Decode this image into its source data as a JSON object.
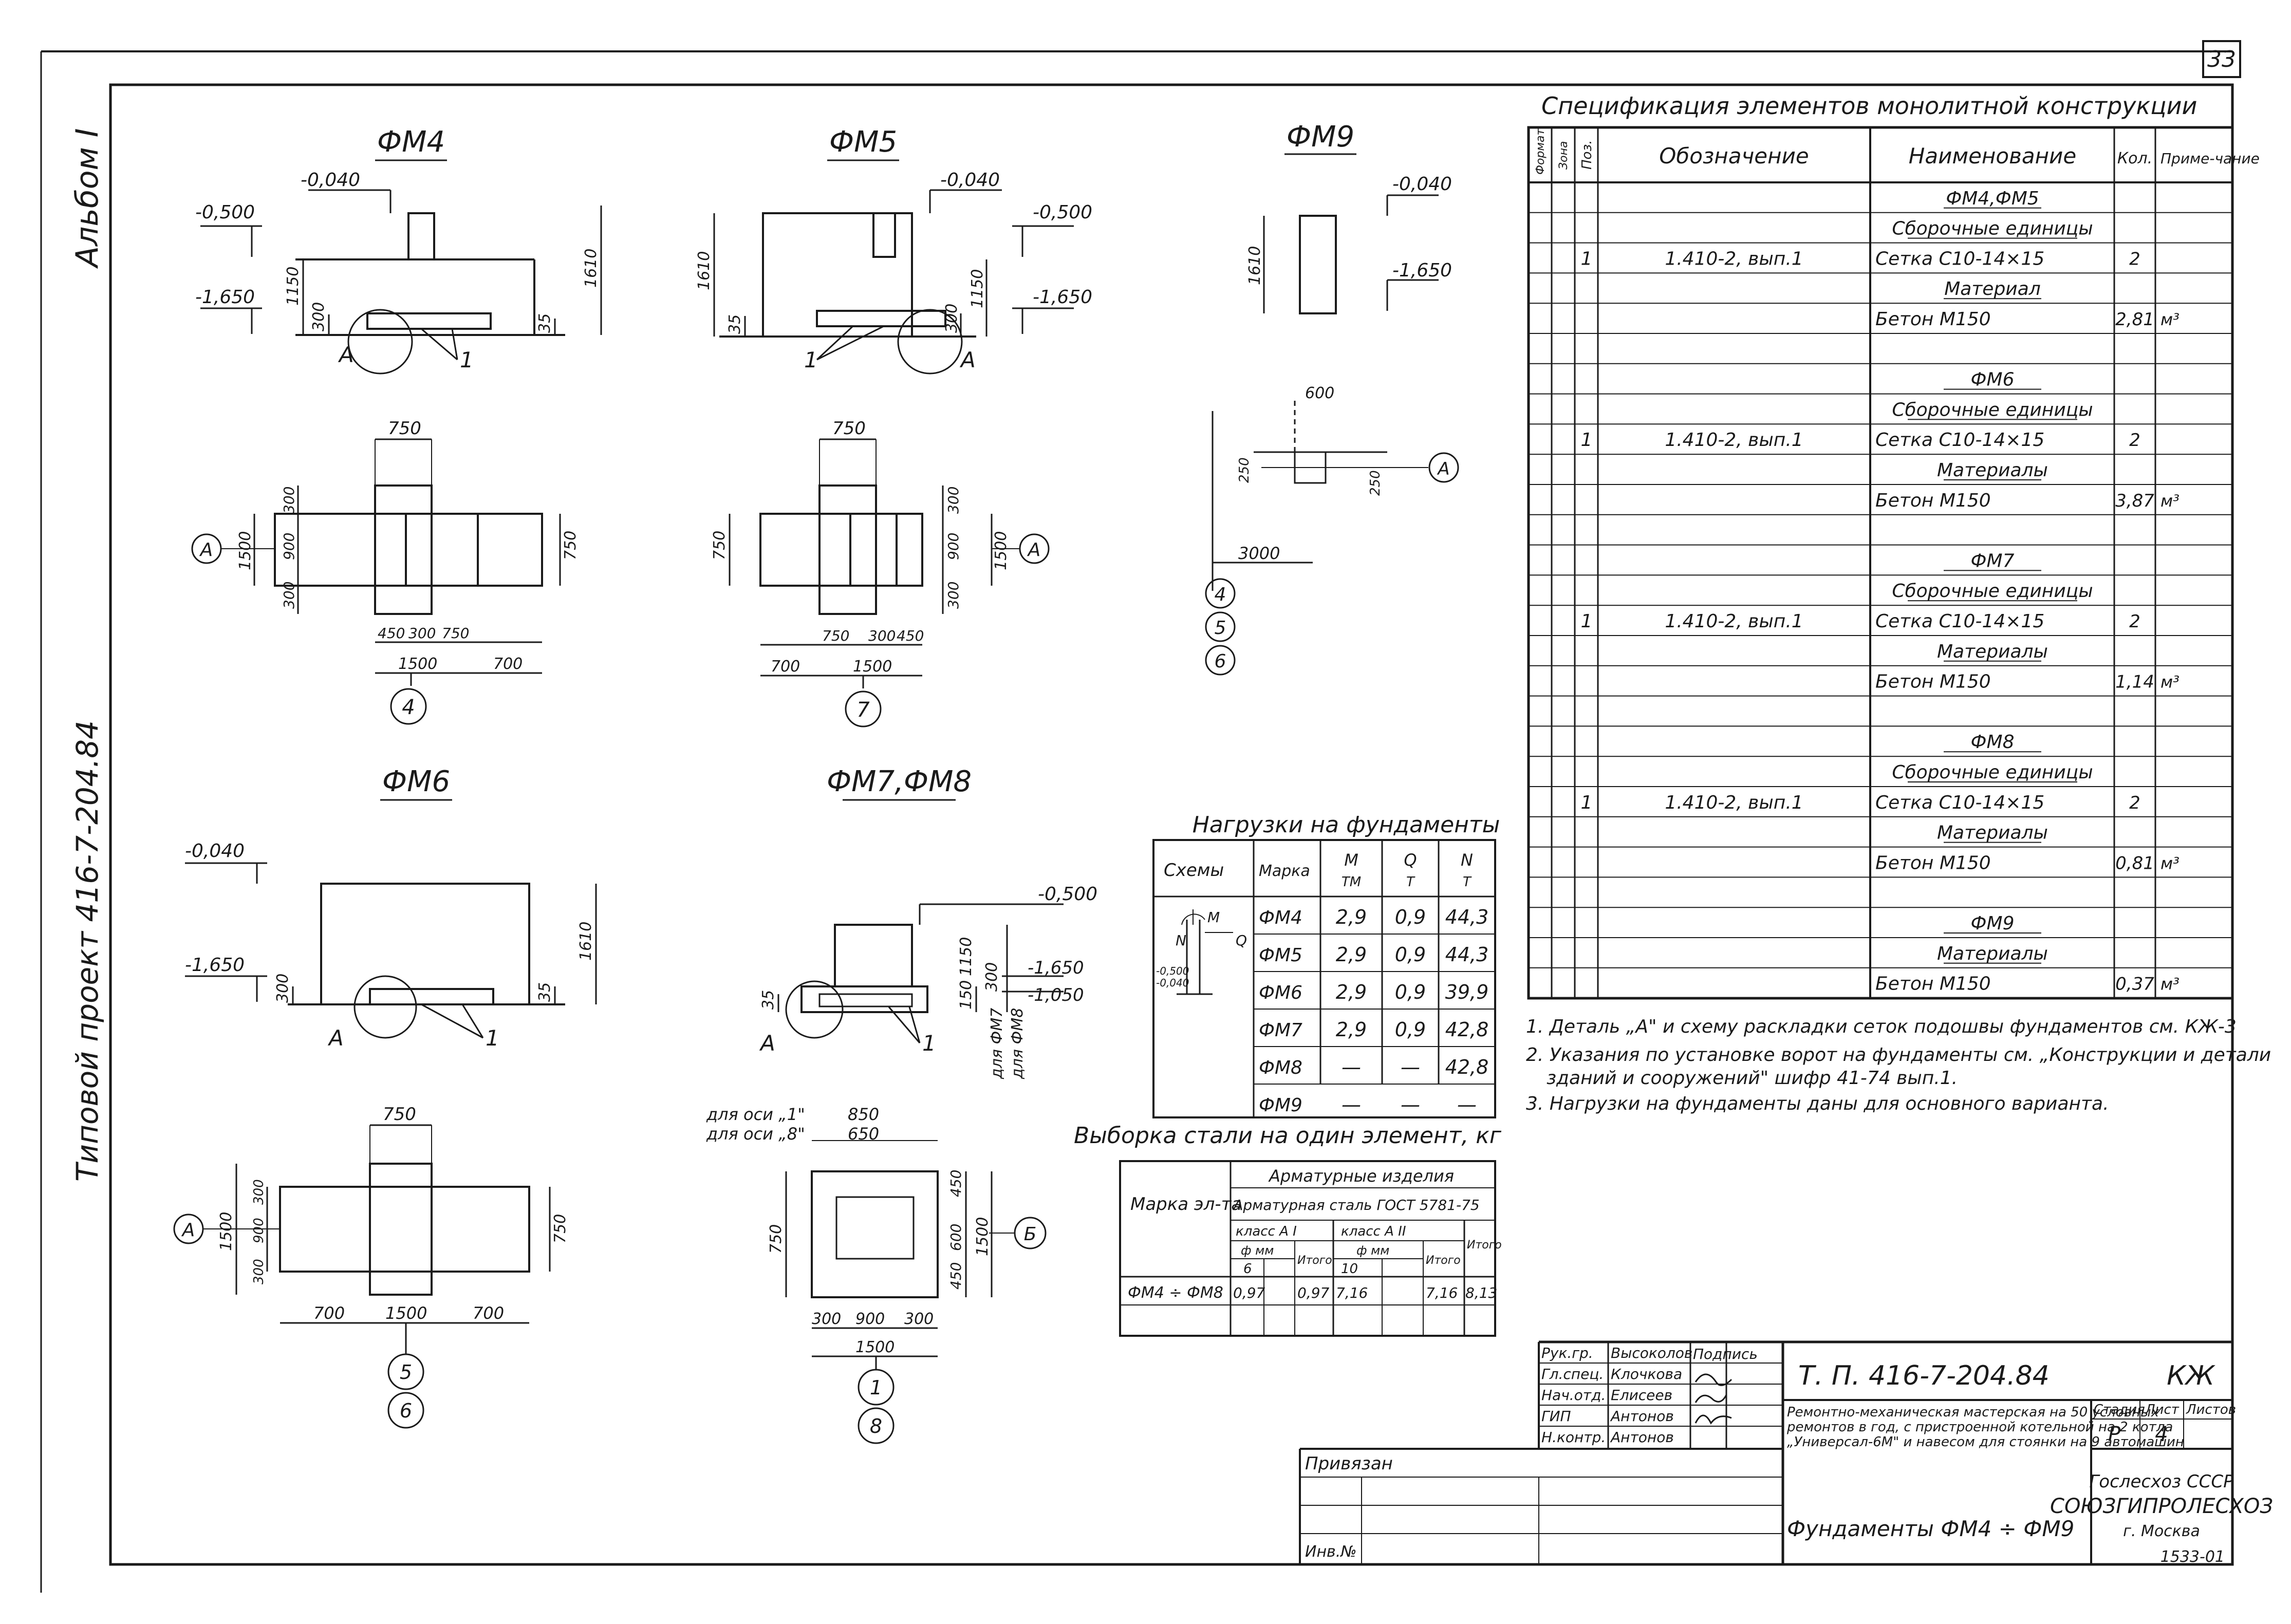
{
  "sheet": {
    "page_number": "33",
    "album_label": "Альбом I",
    "project_label": "Типовой проект 416-7-204.84"
  },
  "drawings": {
    "fm4": {
      "title": "ФМ4",
      "elev": {
        "top": "-0,040",
        "left_top": "-0,500",
        "left_bot": "-1,650",
        "h1150": "1150",
        "h300": "300",
        "h1610": "1610",
        "h35": "35",
        "callout_a": "А",
        "mark_1": "1"
      },
      "plan": {
        "d750_top": "750",
        "d300a": "300",
        "d900": "900",
        "d300b": "300",
        "d1500": "1500",
        "d750_right": "750",
        "d450": "450",
        "d300c": "300",
        "d750_bot": "750",
        "d1500_bot": "1500",
        "d700": "700",
        "axis_a": "А",
        "axis_num": "4"
      }
    },
    "fm5": {
      "title": "ФМ5",
      "elev": {
        "top": "-0,040",
        "right_top": "-0,500",
        "right_bot": "-1,650",
        "h1610": "1610",
        "h35": "35",
        "h300": "300",
        "h1150": "1150",
        "mark_1": "1",
        "callout_a": "А"
      },
      "plan": {
        "d750_top": "750",
        "d300a": "300",
        "d900": "900",
        "d300b": "300",
        "d1500": "1500",
        "d750_left": "750",
        "d750_bot": "750",
        "d300c": "300",
        "d450": "450",
        "d700": "700",
        "d1500_bot": "1500",
        "axis_a": "А",
        "axis_num": "7"
      }
    },
    "fm9": {
      "title": "ФМ9",
      "elev": {
        "top": "-0,040",
        "bot": "-1,650",
        "h1610": "1610"
      },
      "plan": {
        "d600": "600",
        "d250a": "250",
        "d250b": "250",
        "d3000": "3000",
        "axis_a": "А",
        "axis_4": "4",
        "axis_5": "5",
        "axis_6": "6"
      }
    },
    "fm6": {
      "title": "ФМ6",
      "elev": {
        "top": "-0,040",
        "bot": "-1,650",
        "h300": "300",
        "h1610": "1610",
        "h35": "35",
        "callout_a": "А",
        "mark_1": "1"
      },
      "plan": {
        "d750_top": "750",
        "d1500_left": "1500",
        "d300a": "300",
        "d900": "900",
        "d300b": "300",
        "d750_right": "750",
        "d700a": "700",
        "d1500": "1500",
        "d700b": "700",
        "axis_a": "А",
        "axis_5": "5",
        "axis_6": "6"
      }
    },
    "fm78": {
      "title": "ФМ7,ФМ8",
      "elev": {
        "top": "-0,500",
        "bot1": "-1,650",
        "bot2": "-1,050",
        "h1150": "1150",
        "h300": "300",
        "h150": "150",
        "h35": "35",
        "for7": "для ФМ7",
        "for8": "для ФМ8",
        "callout_a": "А",
        "mark_1": "1"
      },
      "plan": {
        "axis1_label": "для оси „1\"",
        "axis8_label": "для оси „8\"",
        "d850": "850",
        "d650": "650",
        "d450a": "450",
        "d600": "600",
        "d450b": "450",
        "d1500_right": "1500",
        "d750_left": "750",
        "d300a": "300",
        "d900": "900",
        "d300b": "300",
        "d1500": "1500",
        "axis_b": "Б",
        "axis_1": "1",
        "axis_8": "8"
      }
    }
  },
  "spec": {
    "title": "Спецификация элементов монолитной конструкции",
    "columns": [
      "Формат",
      "Зона",
      "Поз.",
      "Обозначение",
      "Наименование",
      "Кол.",
      "Приме-чание"
    ],
    "rows": [
      {
        "pos": "",
        "designation": "",
        "name": "ФМ4,ФМ5",
        "qty": "",
        "note": "",
        "style": "head"
      },
      {
        "pos": "",
        "designation": "",
        "name": "Сборочные единицы",
        "qty": "",
        "note": "",
        "style": "sub"
      },
      {
        "pos": "1",
        "designation": "1.410-2, вып.1",
        "name": "Сетка С10-14×15",
        "qty": "2",
        "note": "",
        "style": "item"
      },
      {
        "pos": "",
        "designation": "",
        "name": "Материал",
        "qty": "",
        "note": "",
        "style": "head"
      },
      {
        "pos": "",
        "designation": "",
        "name": "Бетон М150",
        "qty": "2,81",
        "note": "м³",
        "style": "item"
      },
      {
        "pos": "",
        "designation": "",
        "name": "",
        "qty": "",
        "note": "",
        "style": "item"
      },
      {
        "pos": "",
        "designation": "",
        "name": "ФМ6",
        "qty": "",
        "note": "",
        "style": "head"
      },
      {
        "pos": "",
        "designation": "",
        "name": "Сборочные единицы",
        "qty": "",
        "note": "",
        "style": "sub"
      },
      {
        "pos": "1",
        "designation": "1.410-2, вып.1",
        "name": "Сетка С10-14×15",
        "qty": "2",
        "note": "",
        "style": "item"
      },
      {
        "pos": "",
        "designation": "",
        "name": "Материалы",
        "qty": "",
        "note": "",
        "style": "head"
      },
      {
        "pos": "",
        "designation": "",
        "name": "Бетон М150",
        "qty": "3,87",
        "note": "м³",
        "style": "item"
      },
      {
        "pos": "",
        "designation": "",
        "name": "",
        "qty": "",
        "note": "",
        "style": "item"
      },
      {
        "pos": "",
        "designation": "",
        "name": "ФМ7",
        "qty": "",
        "note": "",
        "style": "head"
      },
      {
        "pos": "",
        "designation": "",
        "name": "Сборочные единицы",
        "qty": "",
        "note": "",
        "style": "sub"
      },
      {
        "pos": "1",
        "designation": "1.410-2, вып.1",
        "name": "Сетка С10-14×15",
        "qty": "2",
        "note": "",
        "style": "item"
      },
      {
        "pos": "",
        "designation": "",
        "name": "Материалы",
        "qty": "",
        "note": "",
        "style": "head"
      },
      {
        "pos": "",
        "designation": "",
        "name": "Бетон М150",
        "qty": "1,14",
        "note": "м³",
        "style": "item"
      },
      {
        "pos": "",
        "designation": "",
        "name": "",
        "qty": "",
        "note": "",
        "style": "item"
      },
      {
        "pos": "",
        "designation": "",
        "name": "ФМ8",
        "qty": "",
        "note": "",
        "style": "head"
      },
      {
        "pos": "",
        "designation": "",
        "name": "Сборочные единицы",
        "qty": "",
        "note": "",
        "style": "sub"
      },
      {
        "pos": "1",
        "designation": "1.410-2, вып.1",
        "name": "Сетка С10-14×15",
        "qty": "2",
        "note": "",
        "style": "item"
      },
      {
        "pos": "",
        "designation": "",
        "name": "Материалы",
        "qty": "",
        "note": "",
        "style": "head"
      },
      {
        "pos": "",
        "designation": "",
        "name": "Бетон М150",
        "qty": "0,81",
        "note": "м³",
        "style": "item"
      },
      {
        "pos": "",
        "designation": "",
        "name": "",
        "qty": "",
        "note": "",
        "style": "item"
      },
      {
        "pos": "",
        "designation": "",
        "name": "ФМ9",
        "qty": "",
        "note": "",
        "style": "head"
      },
      {
        "pos": "",
        "designation": "",
        "name": "Материалы",
        "qty": "",
        "note": "",
        "style": "head"
      },
      {
        "pos": "",
        "designation": "",
        "name": "Бетон М150",
        "qty": "0,37",
        "note": "м³",
        "style": "item"
      }
    ]
  },
  "notes": [
    "1. Деталь „А\" и схему раскладки сеток подошвы фундаментов см. КЖ-3",
    "2. Указания по установке ворот на фундаменты см. „Конструкции и детали",
    "зданий и сооружений\" шифр 41-74 вып.1.",
    "3. Нагрузки на фундаменты даны для основного варианта."
  ],
  "loads": {
    "title": "Нагрузки на фундаменты",
    "col_schemes": "Схемы",
    "col_mark": "Марка",
    "col_m": "M",
    "col_m_unit": "ТМ",
    "col_q": "Q",
    "col_q_unit": "Т",
    "col_n": "N",
    "col_n_unit": "Т",
    "scheme_m": "M",
    "scheme_n": "N",
    "scheme_q": "Q",
    "scheme_lvl1": "-0,500",
    "scheme_lvl2": "-0,040",
    "rows": [
      {
        "mark": "ФМ4",
        "m": "2,9",
        "q": "0,9",
        "n": "44,3"
      },
      {
        "mark": "ФМ5",
        "m": "2,9",
        "q": "0,9",
        "n": "44,3"
      },
      {
        "mark": "ФМ6",
        "m": "2,9",
        "q": "0,9",
        "n": "39,9"
      },
      {
        "mark": "ФМ7",
        "m": "2,9",
        "q": "0,9",
        "n": "42,8"
      },
      {
        "mark": "ФМ8",
        "m": "—",
        "q": "—",
        "n": "42,8"
      },
      {
        "mark": "ФМ9",
        "m": "—",
        "q": "—",
        "n": "—"
      }
    ]
  },
  "steel": {
    "title": "Выборка стали на один элемент, кг",
    "col_mark": "Марка эл-та",
    "col_group": "Арматурные изделия",
    "col_steel": "Арматурная сталь ГОСТ 5781-75",
    "class_a1": "класс А I",
    "class_a2": "класс А II",
    "dia_label1": "ф мм",
    "dia_label2": "ф мм",
    "dia1": "6",
    "dia2": "10",
    "total_label1": "Итого",
    "total_label2": "Итого",
    "total_label3": "Итого",
    "row": {
      "mark": "ФМ4 ÷ ФМ8",
      "a1": "0,97",
      "a1_total": "0,97",
      "a2": "7,16",
      "a2_total": "7,16",
      "total": "8,13"
    }
  },
  "stamp": {
    "roles": [
      "Рук.гр.",
      "Гл.спец.",
      "Нач.отд.",
      "ГИП",
      "Н.контр."
    ],
    "names": [
      "Высоколов",
      "Клочкова",
      "Елисеев",
      "Антонов",
      "Антонов"
    ],
    "sign_header": "Подпись",
    "code": "Т. П. 416-7-204.84",
    "mark": "КЖ",
    "description": [
      "Ремонтно-механическая мастерская на 50 условных",
      "ремонтов в год, с пристроенной котельной на 2 котла",
      "„Универсал-6М\" и навесом для стоянки на 9 автомашин"
    ],
    "stage_label": "Стадия",
    "sheet_label": "Лист",
    "sheets_label": "Листов",
    "stage": "Р",
    "sheet": "4",
    "sheet_title": "Фундаменты ФМ4 ÷ ФМ9",
    "org": [
      "Гослесхоз СССР",
      "СОЮЗГИПРОЛЕСХОЗ",
      "г. Москва"
    ],
    "attached_label": "Привязан",
    "inv_label": "Инв.№",
    "footer_code": "1533-01"
  }
}
